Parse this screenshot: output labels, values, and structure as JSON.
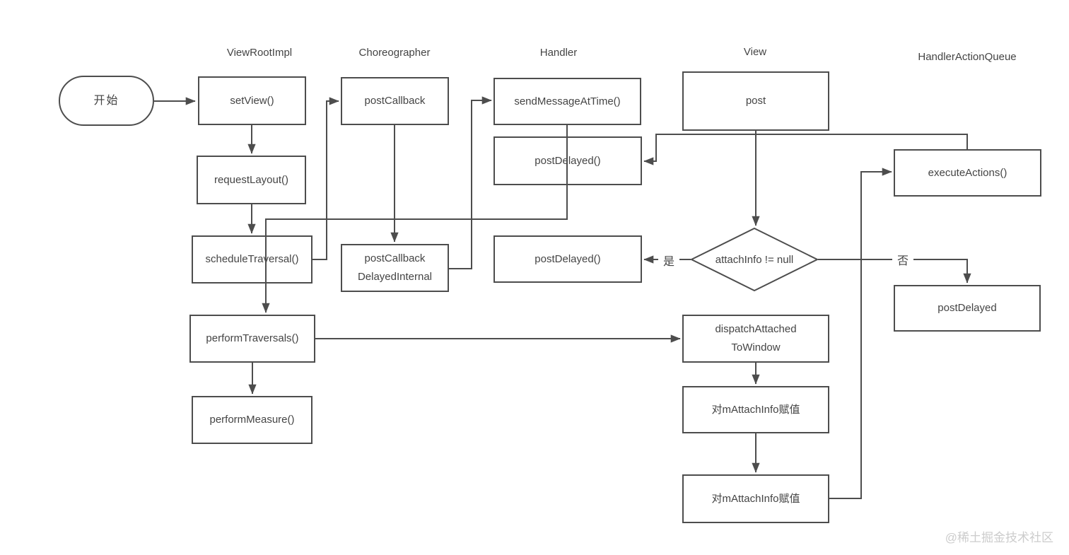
{
  "diagram": {
    "title_headers": [
      "ViewRootImpl",
      "Choreographer",
      "Handler",
      "View",
      "HandlerActionQueue"
    ],
    "nodes": {
      "start": {
        "label": "开始"
      },
      "set_view": {
        "label": "setView()"
      },
      "request_layout": {
        "label": "requestLayout()"
      },
      "schedule_traversal": {
        "label": "scheduleTraversal()"
      },
      "perform_traversals": {
        "label": "performTraversals()"
      },
      "perform_measure": {
        "label": "performMeasure()"
      },
      "post_callback": {
        "label": "postCallback"
      },
      "post_callback_delayed_internal": {
        "line1": "postCallback",
        "line2": "DelayedInternal"
      },
      "send_message_at_time": {
        "label": "sendMessageAtTime()"
      },
      "post_delayed_1": {
        "label": "postDelayed()"
      },
      "post_delayed_2": {
        "label": "postDelayed()"
      },
      "post": {
        "label": "post"
      },
      "attach_info_decision": {
        "label": "attachInfo != null"
      },
      "dispatch_attached_to_window": {
        "line1": "dispatchAttached",
        "line2": "ToWindow"
      },
      "assign_mattachinfo_1": {
        "label": "对mAttachInfo赋值"
      },
      "assign_mattachinfo_2": {
        "label": "对mAttachInfo赋值"
      },
      "execute_actions": {
        "label": "executeActions()"
      },
      "post_delayed_queue": {
        "label": "postDelayed"
      }
    },
    "branch_labels": {
      "yes": "是",
      "no": "否"
    },
    "colors": {
      "line": "#4d4d4d",
      "text": "#444444",
      "watermark": "#cccccc",
      "node_background": "#ffffff"
    }
  },
  "watermark": {
    "text": "@稀土掘金技术社区"
  }
}
